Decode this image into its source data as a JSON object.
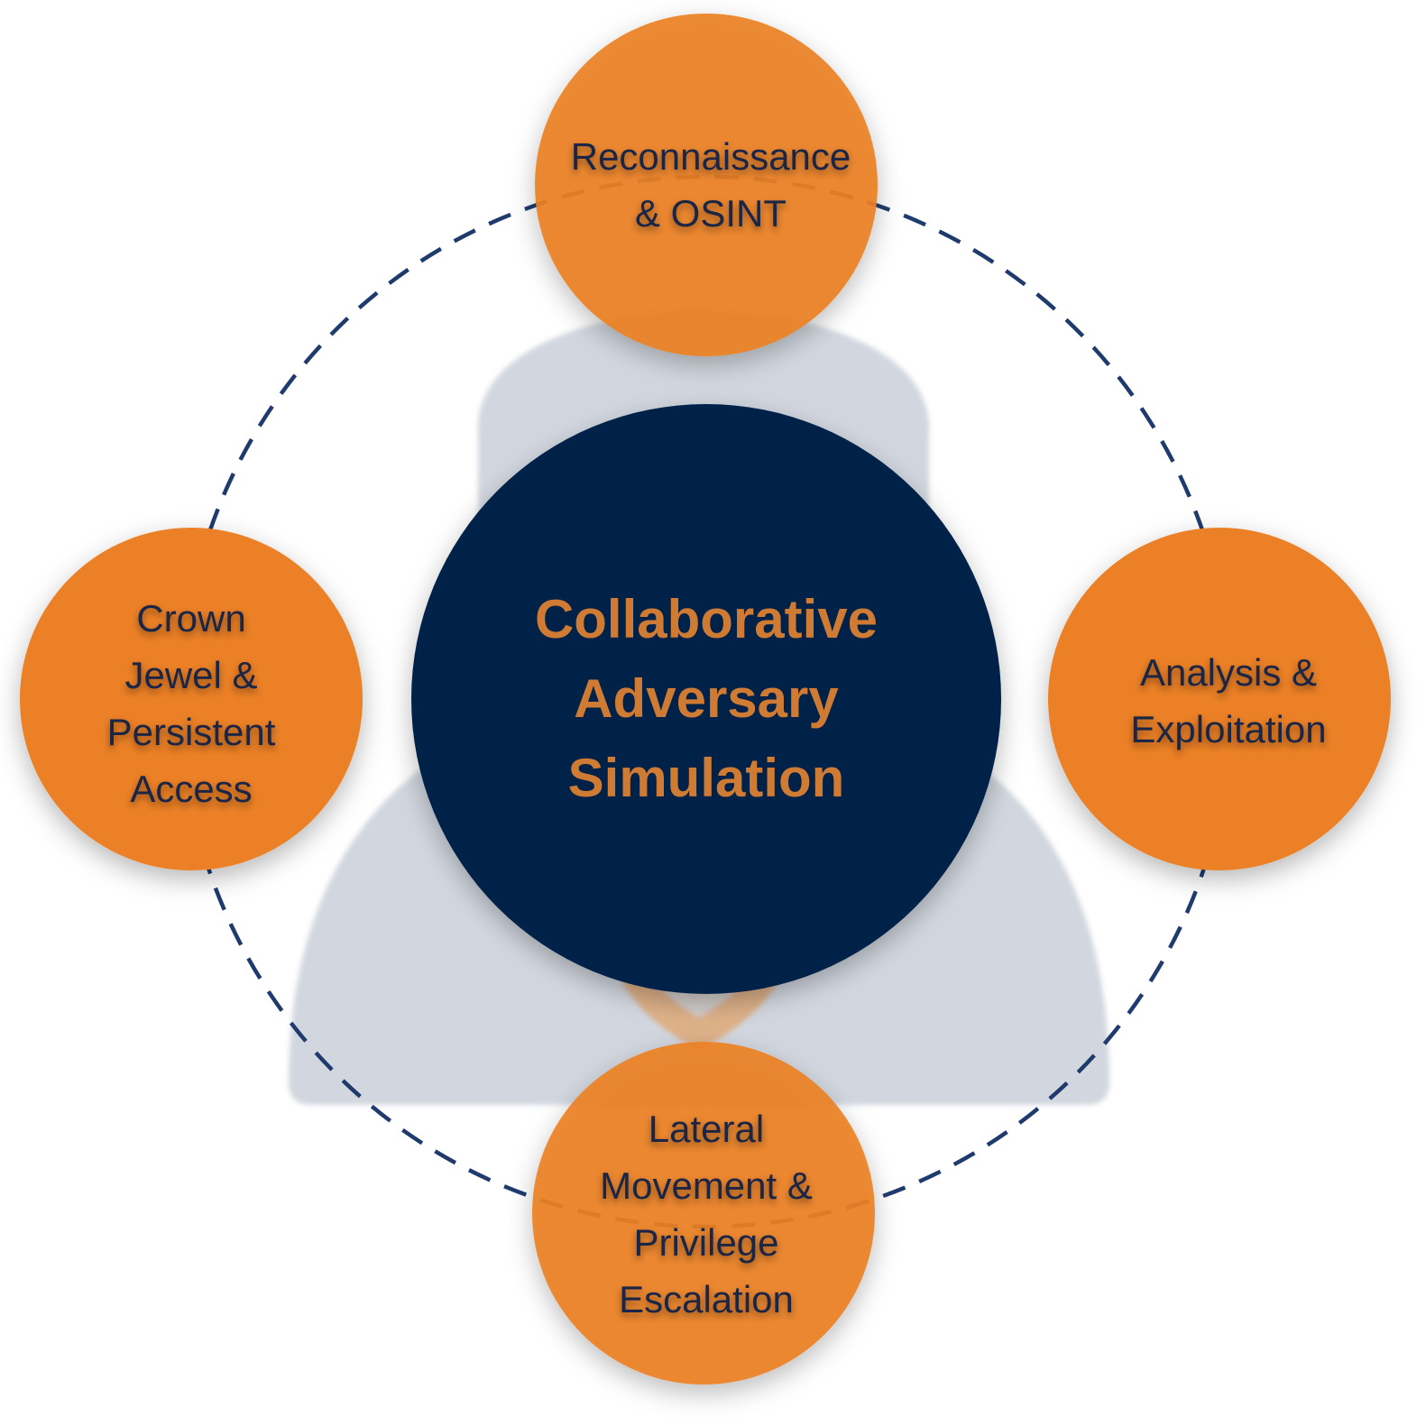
{
  "center": {
    "title": "Collaborative\nAdversary\nSimulation"
  },
  "stages": [
    {
      "id": "recon",
      "label": "Reconnaissance\n& OSINT"
    },
    {
      "id": "analysis",
      "label": "Analysis &\nExploitation"
    },
    {
      "id": "lateral",
      "label": "Lateral\nMovement &\nPrivilege\nEscalation"
    },
    {
      "id": "crown",
      "label": "Crown\nJewel &\nPersistent\nAccess"
    }
  ],
  "colors": {
    "stage_fill": "#eb8025",
    "stage_text": "#1b2545",
    "center_fill": "#012149",
    "center_text": "#d07b33",
    "ring": "#1f3b6e",
    "silhouette": "#d2d7df"
  },
  "icons": [
    "person-silhouette-icon",
    "shield-icon"
  ]
}
